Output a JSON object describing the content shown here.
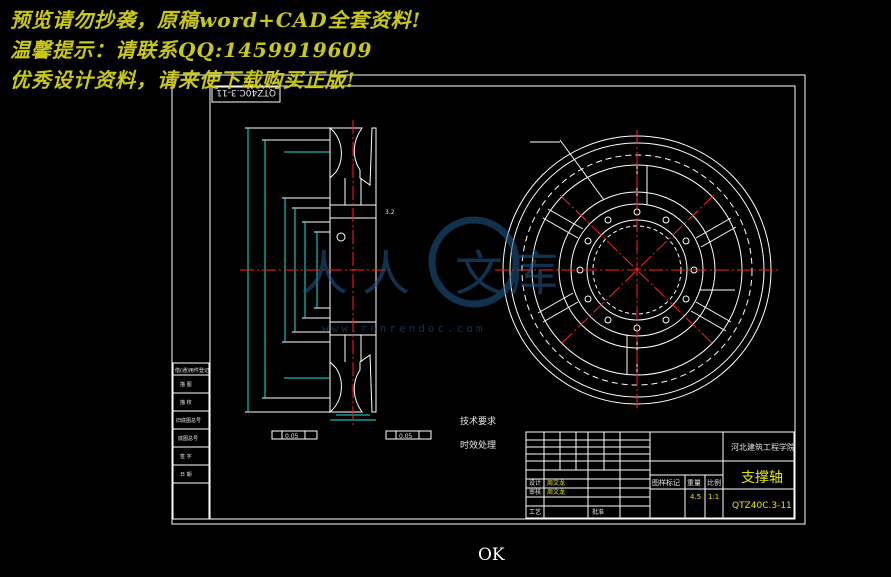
{
  "watermark": {
    "line1": "预览请勿抄袭，原稿word+CAD全套资料!",
    "line2": "温馨提示：请联系QQ:1459919609",
    "line3": "优秀设计资料，请来使下载购买正版!"
  },
  "drawing": {
    "code_box": "QTZ40C.3-11",
    "roughness": "3.2",
    "tech_req": "技术要求",
    "tech_req_item": "时效处理",
    "tolerance_left": "0.05",
    "tolerance_right": "0.05",
    "logo_url": "www.renrendoc.com",
    "title_block": {
      "institute": "河北建筑工程学院",
      "part_name": "支撑轴",
      "drawing_code": "QTZ40C.3-11",
      "stage_label": "图样标记",
      "weight_label": "重量",
      "scale_label": "比例",
      "weight_value": "4.5",
      "scale_value": "1:1",
      "design_label": "设计",
      "design_name": "周文龙",
      "check_label": "审核",
      "check_name": "周文龙",
      "process_label": "工艺",
      "approve_label": "批准"
    },
    "side_table": [
      "借(通)用件登记",
      "旧底图总号",
      "描 图",
      "描 校",
      "底图总号",
      "签 字",
      "日 期"
    ]
  },
  "dialog": {
    "ok_label": "OK"
  },
  "colors": {
    "line": "#ffffff",
    "center": "#ff2020",
    "dim": "#20e0e0",
    "text_yellow": "#e6e600",
    "watermark": "#c8c815",
    "logo": "#1f5a8a"
  }
}
